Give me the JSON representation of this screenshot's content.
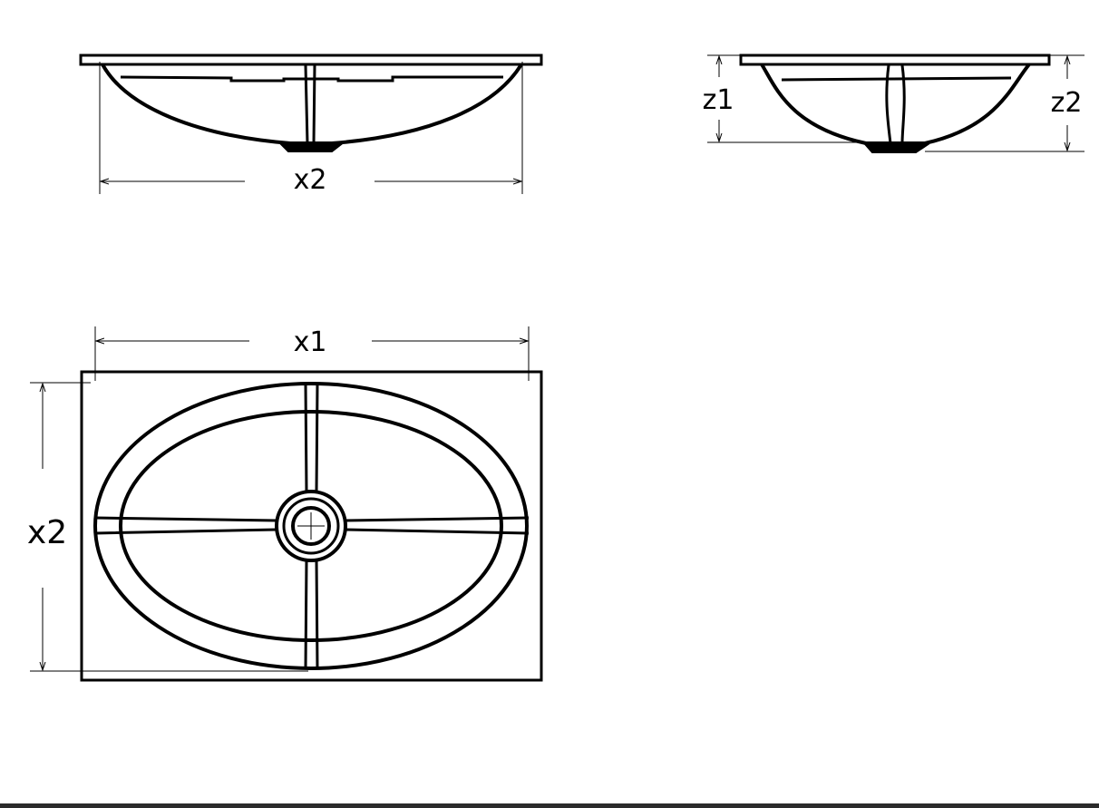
{
  "front_view": {
    "dimension_label": "x2"
  },
  "side_view": {
    "dimension_left_label": "z1",
    "dimension_right_label": "z2"
  },
  "top_view": {
    "width_label": "x1",
    "depth_label": "x2"
  },
  "colors": {
    "line": "#000000",
    "background": "#ffffff",
    "bottom_bar": "#2b2b2b"
  }
}
